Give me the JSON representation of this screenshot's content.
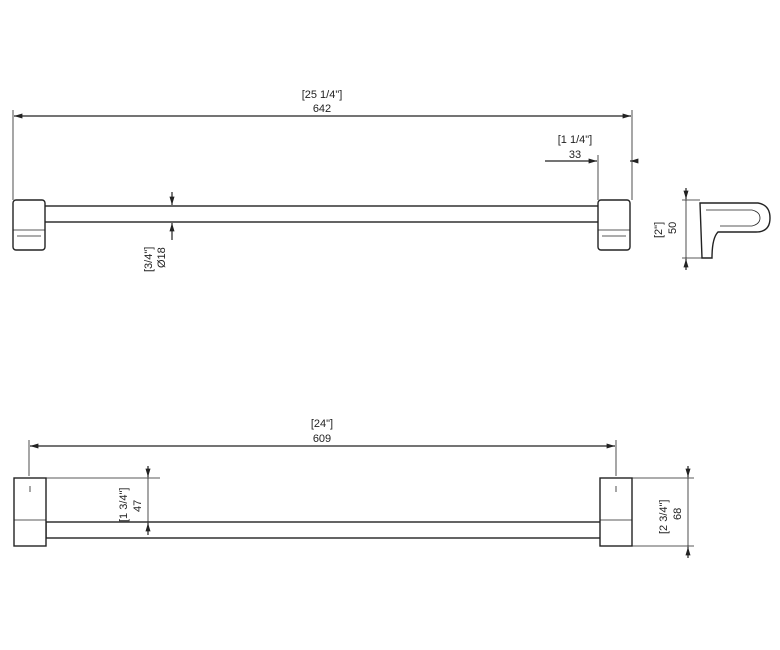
{
  "top_view": {
    "overall_inch": "[25 1/4\"]",
    "overall_mm": "642",
    "offset_inch": "[1 1/4\"]",
    "offset_mm": "33",
    "bar_dia_inch": "[3/4\"]",
    "bar_dia_mm": "Ø18"
  },
  "side_view": {
    "height_inch": "[2\"]",
    "height_mm": "50"
  },
  "bottom_view": {
    "width_inch": "[24\"]",
    "width_mm": "609",
    "projection_inch": "[1 3/4\"]",
    "projection_mm": "47",
    "bracket_inch": "[2 3/4\"]",
    "bracket_mm": "68"
  }
}
